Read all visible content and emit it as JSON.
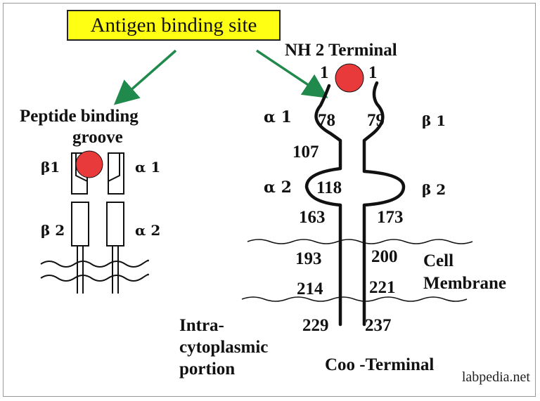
{
  "title": "Antigen binding site",
  "left_diagram": {
    "heading_line1": "Peptide binding",
    "heading_line2": "groove",
    "beta1": "β1",
    "alpha1": "α 1",
    "beta2": "β 2",
    "alpha2": "α 2"
  },
  "right_diagram": {
    "nh2_label": "NH 2 Terminal",
    "n_left": "1",
    "n_right": "1",
    "alpha1": "α 1",
    "beta1": "β 1",
    "alpha2": "α 2",
    "beta2": "β 2",
    "num_78": "78",
    "num_79": "79",
    "num_107": "107",
    "num_118": "118",
    "num_163": "163",
    "num_173": "173",
    "num_193": "193",
    "num_200": "200",
    "num_214": "214",
    "num_221": "221",
    "num_229": "229",
    "num_237": "237",
    "cell_membrane_1": "Cell",
    "cell_membrane_2": "Membrane",
    "intra_1": "Intra-",
    "intra_2": "cytoplasmic",
    "intra_3": "portion",
    "coo_label": "Coo -Terminal"
  },
  "credit": "labpedia.net",
  "colors": {
    "title_bg": "#ffff14",
    "arrow": "#1f8a4c",
    "binding_site": "#e83a3a",
    "line": "#111111"
  }
}
